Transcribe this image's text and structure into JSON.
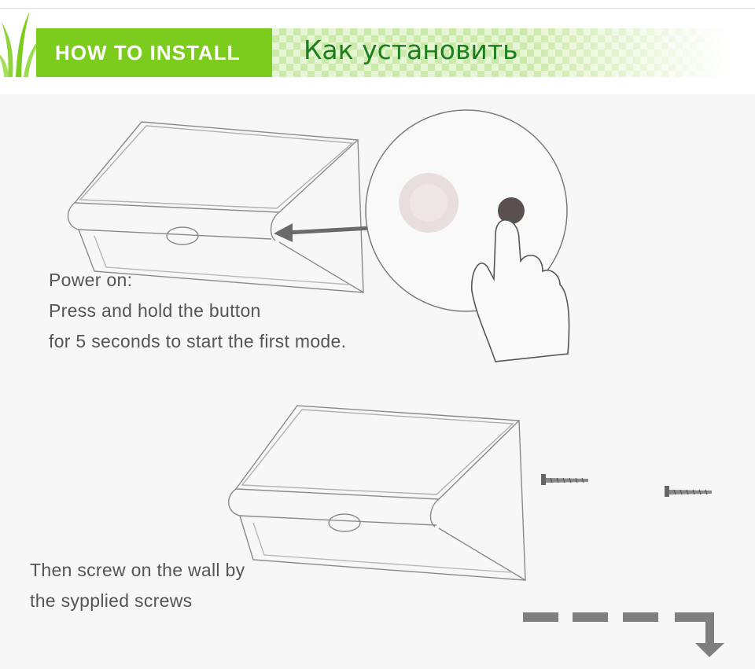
{
  "banner": {
    "title_en": "HOW TO INSTALL",
    "title_ru": "Как установить",
    "accent_color": "#7ccc1d",
    "ru_color": "#1c7f1e"
  },
  "step1": {
    "lines": [
      "Power on:",
      "Press and hold the button",
      "for 5 seconds to start the first mode."
    ],
    "icons": [
      "solar-lamp-drawing",
      "zoom-circle",
      "power-button",
      "finger-press-icon",
      "arrow-left-icon"
    ]
  },
  "step2": {
    "lines": [
      "Then screw on the wall by",
      "the sypplied screws"
    ],
    "icons": [
      "solar-lamp-drawing",
      "screw-icon",
      "screw-icon",
      "dashed-arrow-down-icon"
    ]
  }
}
